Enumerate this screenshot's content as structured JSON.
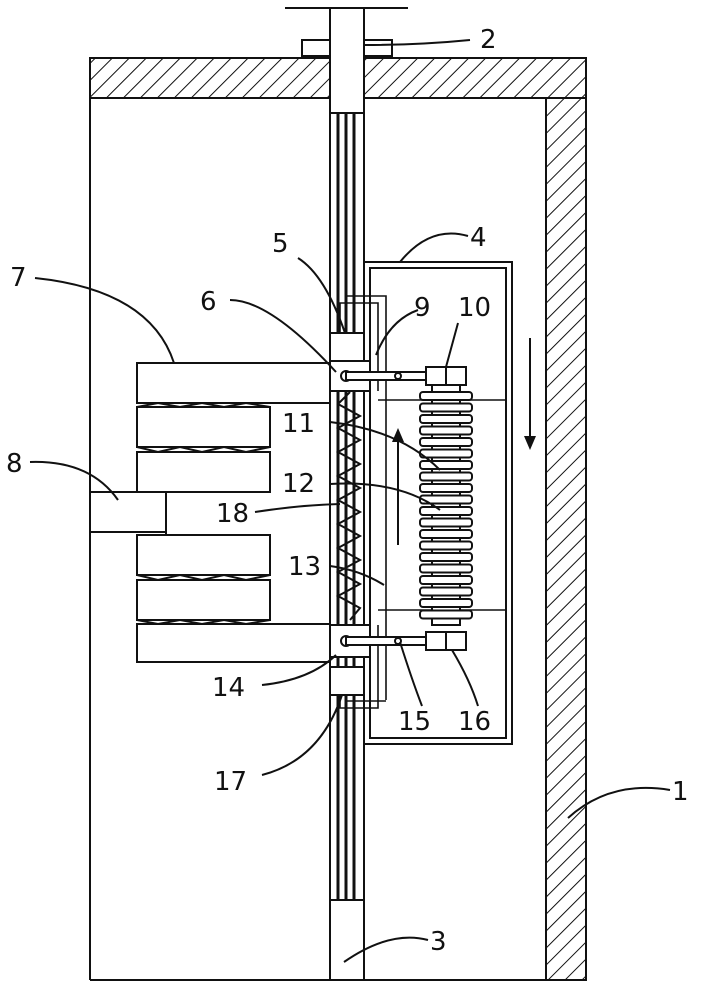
{
  "colors": {
    "stroke": "#111111",
    "background": "#ffffff"
  },
  "labels": {
    "l1": "1",
    "l2": "2",
    "l3": "3",
    "l4": "4",
    "l5": "5",
    "l6": "6",
    "l7": "7",
    "l8": "8",
    "l9": "9",
    "l10": "10",
    "l11": "11",
    "l12": "12",
    "l13": "13",
    "l14": "14",
    "l15": "15",
    "l16": "16",
    "l17": "17",
    "l18": "18"
  }
}
